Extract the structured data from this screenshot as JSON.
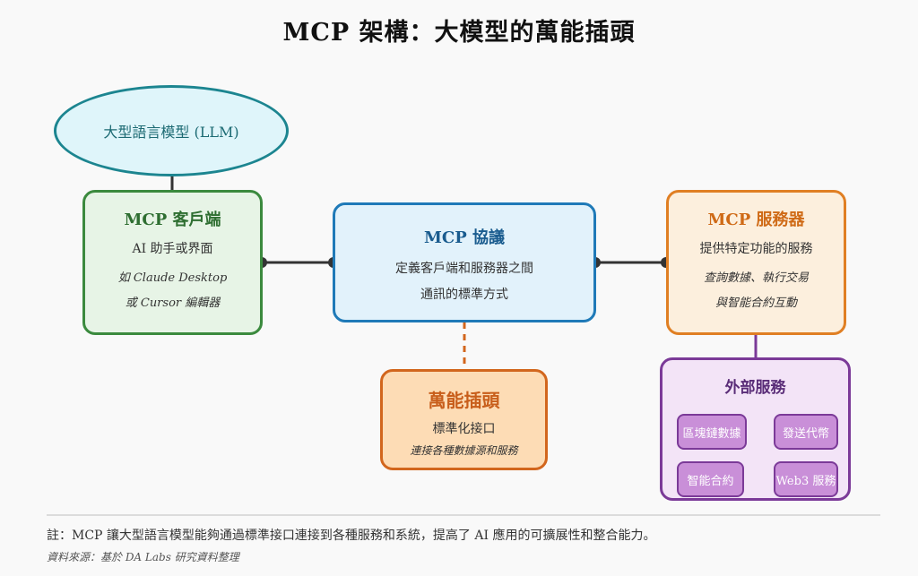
{
  "title": "MCP 架構：大模型的萬能插頭",
  "llm": {
    "label": "大型語言模型 (LLM)"
  },
  "client": {
    "heading": "MCP 客戶端",
    "subtitle": "AI 助手或界面",
    "example_line1": "如 Claude Desktop",
    "example_line2": "或 Cursor 編輯器"
  },
  "protocol": {
    "heading": "MCP 協議",
    "line1": "定義客戶端和服務器之間",
    "line2": "通訊的標準方式"
  },
  "server": {
    "heading": "MCP 服務器",
    "subtitle": "提供特定功能的服務",
    "example_line1": "查詢數據、執行交易",
    "example_line2": "與智能合約互動"
  },
  "plug": {
    "heading": "萬能插頭",
    "subtitle": "標準化接口",
    "detail": "連接各種數據源和服務"
  },
  "external": {
    "heading": "外部服務",
    "items": [
      "區塊鏈數據",
      "發送代幣",
      "智能合約",
      "Web3 服務"
    ]
  },
  "footer": {
    "note": "註：MCP 讓大型語言模型能夠通過標準接口連接到各種服務和系統，提高了 AI 應用的可擴展性和整合能力。",
    "source": "資料來源：基於 DA Labs 研究資料整理"
  },
  "colors": {
    "llm": "#1c8590",
    "client": "#3b8a3e",
    "protocol": "#1f7ab8",
    "server": "#e07f23",
    "plug": "#d2661d",
    "external": "#7b3a98",
    "connector": "#333333"
  }
}
